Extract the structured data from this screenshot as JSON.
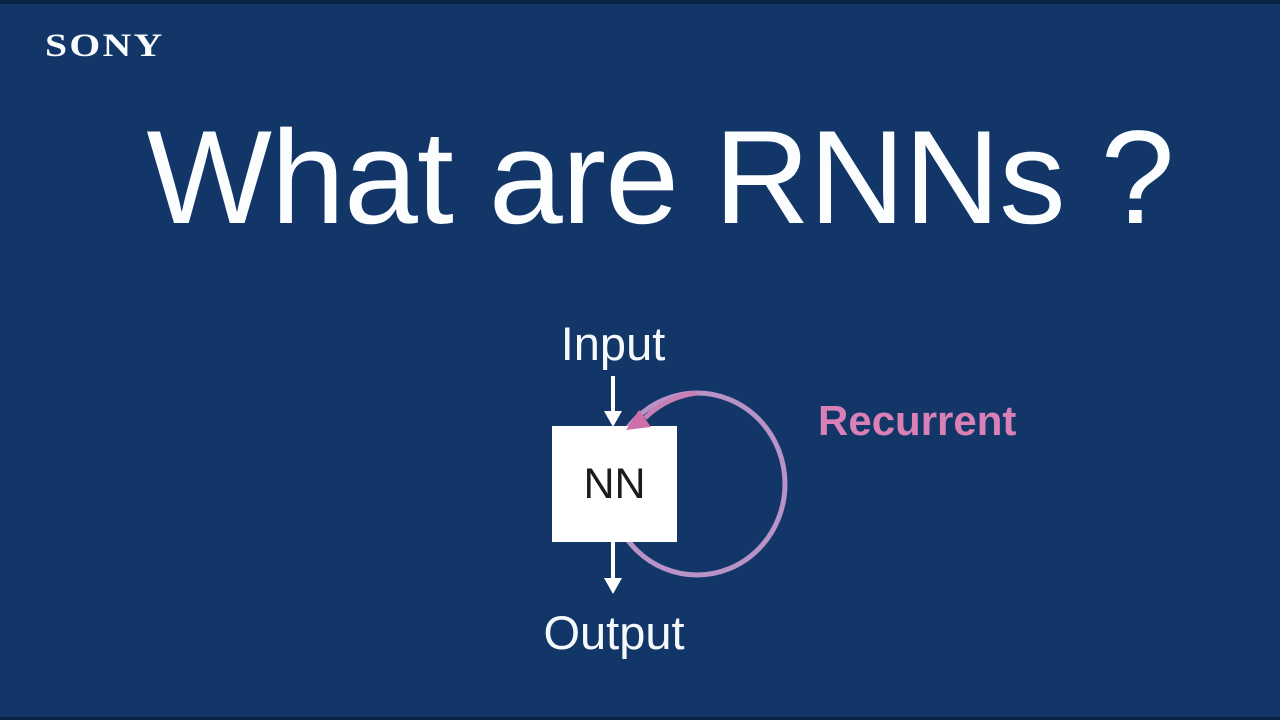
{
  "brand": {
    "logo_text": "SONY"
  },
  "title": "What are RNNs ?",
  "diagram": {
    "input_label": "Input",
    "node_label": "NN",
    "output_label": "Output",
    "loop_label": "Recurrent"
  },
  "colors": {
    "background": "#123668",
    "edge_strip": "#0b2347",
    "text_white": "#fbfdff",
    "node_box_fill": "#ffffff",
    "node_text": "#1b1b1b",
    "loop_stroke": "#b993c7",
    "loop_arrowhead": "#cf6fa9",
    "loop_label_pink": "#d981b6"
  }
}
